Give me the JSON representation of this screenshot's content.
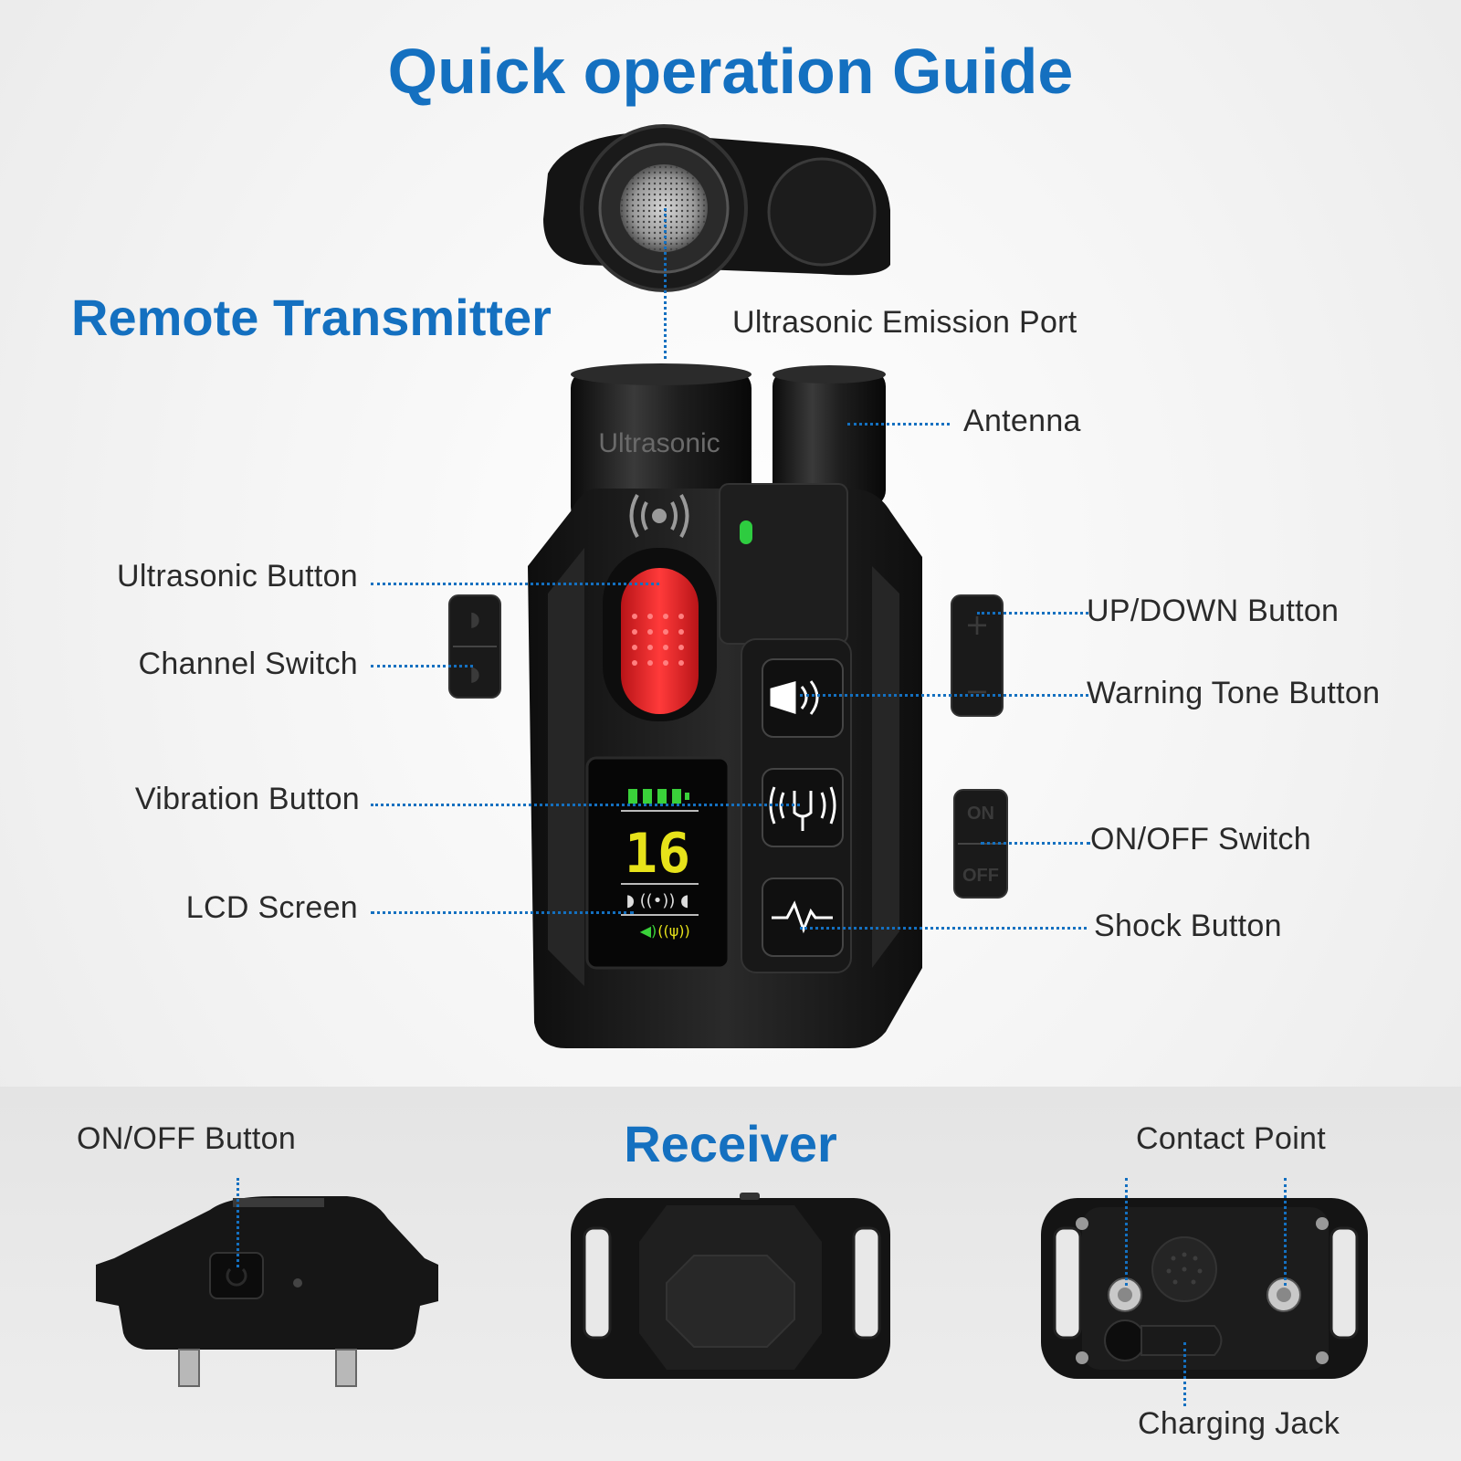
{
  "title": "Quick operation Guide",
  "sections": {
    "transmitter": "Remote Transmitter",
    "receiver": "Receiver"
  },
  "device_text": {
    "transmitter_brand": "Ultrasonic",
    "switch_on": "ON",
    "switch_off": "OFF",
    "lcd_digits": "16"
  },
  "labels": {
    "ultrasonic_emission_port": "Ultrasonic Emission Port",
    "antenna": "Antenna",
    "ultrasonic_button": "Ultrasonic Button",
    "channel_switch": "Channel Switch",
    "vibration_button": "Vibration Button",
    "lcd_screen": "LCD Screen",
    "up_down_button": "UP/DOWN Button",
    "warning_tone_button": "Warning Tone Button",
    "on_off_switch": "ON/OFF Switch",
    "shock_button": "Shock Button",
    "on_off_button": "ON/OFF Button",
    "contact_point": "Contact Point",
    "charging_jack": "Charging Jack"
  },
  "colors": {
    "accent": "#1470c0",
    "device_body": "#1b1b1b",
    "ultrasonic_button": "#e8262a",
    "status_led": "#2ecc40",
    "lcd_green": "#3ad13a",
    "lcd_yellow": "#e6e21a"
  },
  "icons": {
    "warning_tone": "megaphone-icon",
    "vibration": "vibration-icon",
    "shock": "pulse-icon",
    "ultrasonic": "signal-waves-icon",
    "power": "power-icon"
  }
}
